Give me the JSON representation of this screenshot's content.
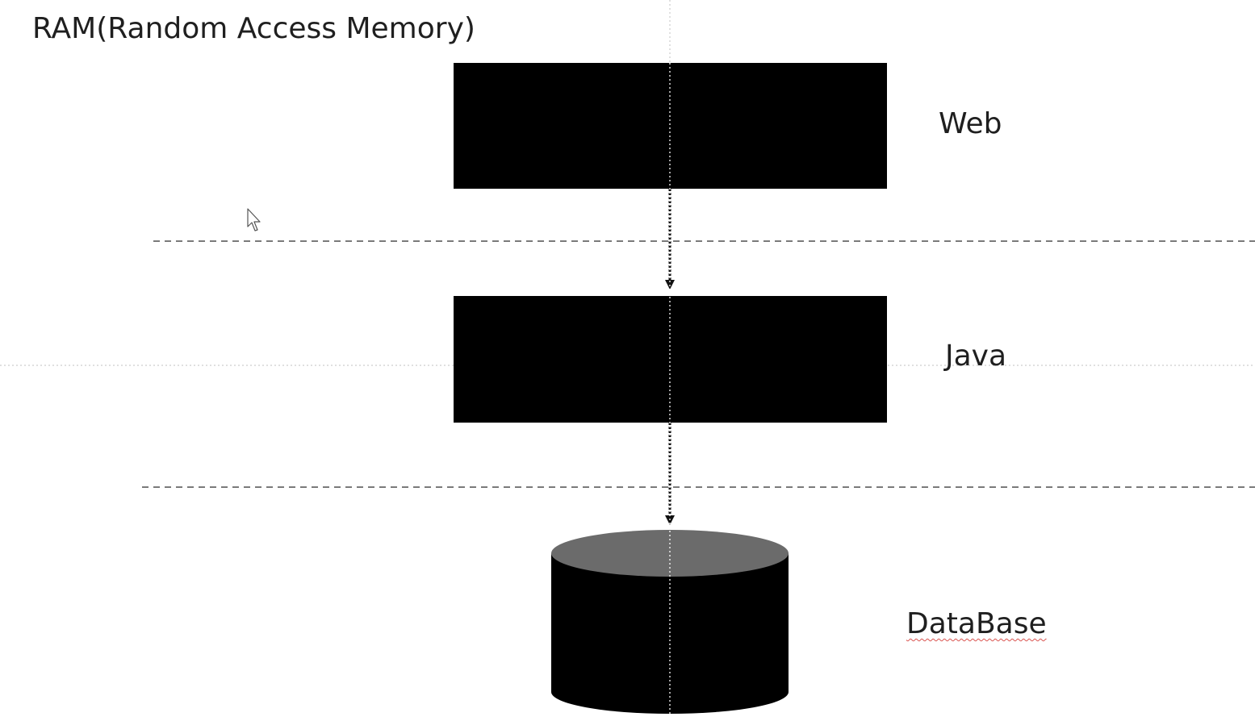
{
  "title": "RAM(Random Access Memory)",
  "layers": {
    "web": {
      "label": "Web"
    },
    "java": {
      "label": "Java"
    },
    "database": {
      "label": "DataBase"
    }
  },
  "colors": {
    "box_fill": "#000000",
    "cylinder_top": "#6b6b6b",
    "divider": "#7a7a7a",
    "guide": "#d0d0d0",
    "center_guide": "#ffffff"
  }
}
